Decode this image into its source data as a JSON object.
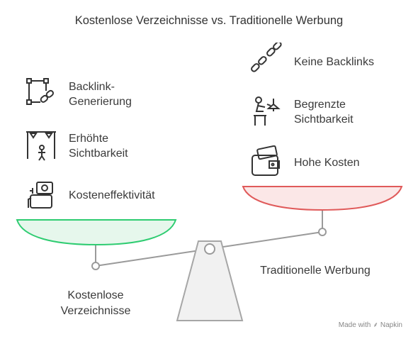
{
  "title": "Kostenlose Verzeichnisse vs. Traditionelle Werbung",
  "left": {
    "name_line1": "Kostenlose",
    "name_line2": "Verzeichnisse",
    "color": "#2ecc71",
    "items": [
      {
        "line1": "Backlink-",
        "line2": "Generierung",
        "icon": "link-network-icon"
      },
      {
        "line1": "Erhöhte",
        "line2": "Sichtbarkeit",
        "icon": "spotlight-stage-icon"
      },
      {
        "line1": "Kosteneffektivität",
        "line2": "",
        "icon": "money-hand-icon"
      }
    ]
  },
  "right": {
    "name": "Traditionelle Werbung",
    "color": "#e05a5a",
    "items": [
      {
        "line1": "Keine Backlinks",
        "line2": "",
        "icon": "broken-chain-icon"
      },
      {
        "line1": "Begrenzte",
        "line2": "Sichtbarkeit",
        "icon": "person-lamp-icon"
      },
      {
        "line1": "Hohe Kosten",
        "line2": "",
        "icon": "wallet-icon"
      }
    ]
  },
  "credit": {
    "prefix": "Made with",
    "brand": "Napkin"
  }
}
